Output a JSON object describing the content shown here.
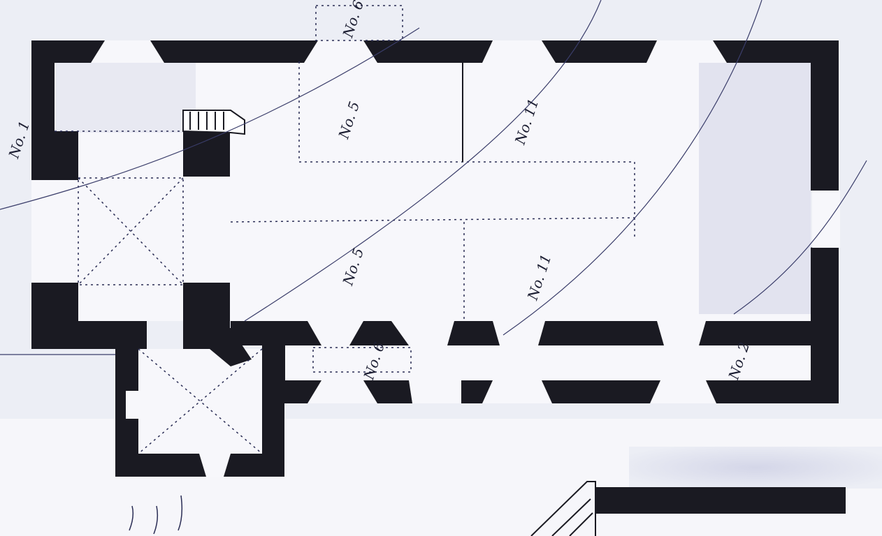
{
  "drawing": {
    "title": "Church floor plan",
    "room_labels": [
      {
        "id": "no1",
        "text": "No. 1"
      },
      {
        "id": "no5-upper",
        "text": "No. 5"
      },
      {
        "id": "no11-upper",
        "text": "No. 11"
      },
      {
        "id": "no6-top",
        "text": "No. 6"
      },
      {
        "id": "no5-lower",
        "text": "No. 5"
      },
      {
        "id": "no11-lower",
        "text": "No. 11"
      },
      {
        "id": "no6-aisle",
        "text": "No. 6"
      },
      {
        "id": "no2",
        "text": "No. 2"
      }
    ],
    "colors": {
      "paper": "#e9eaf2",
      "wall": "#1a1a22",
      "shade": "#c9cbe0",
      "ink": "#2a2d55"
    }
  }
}
